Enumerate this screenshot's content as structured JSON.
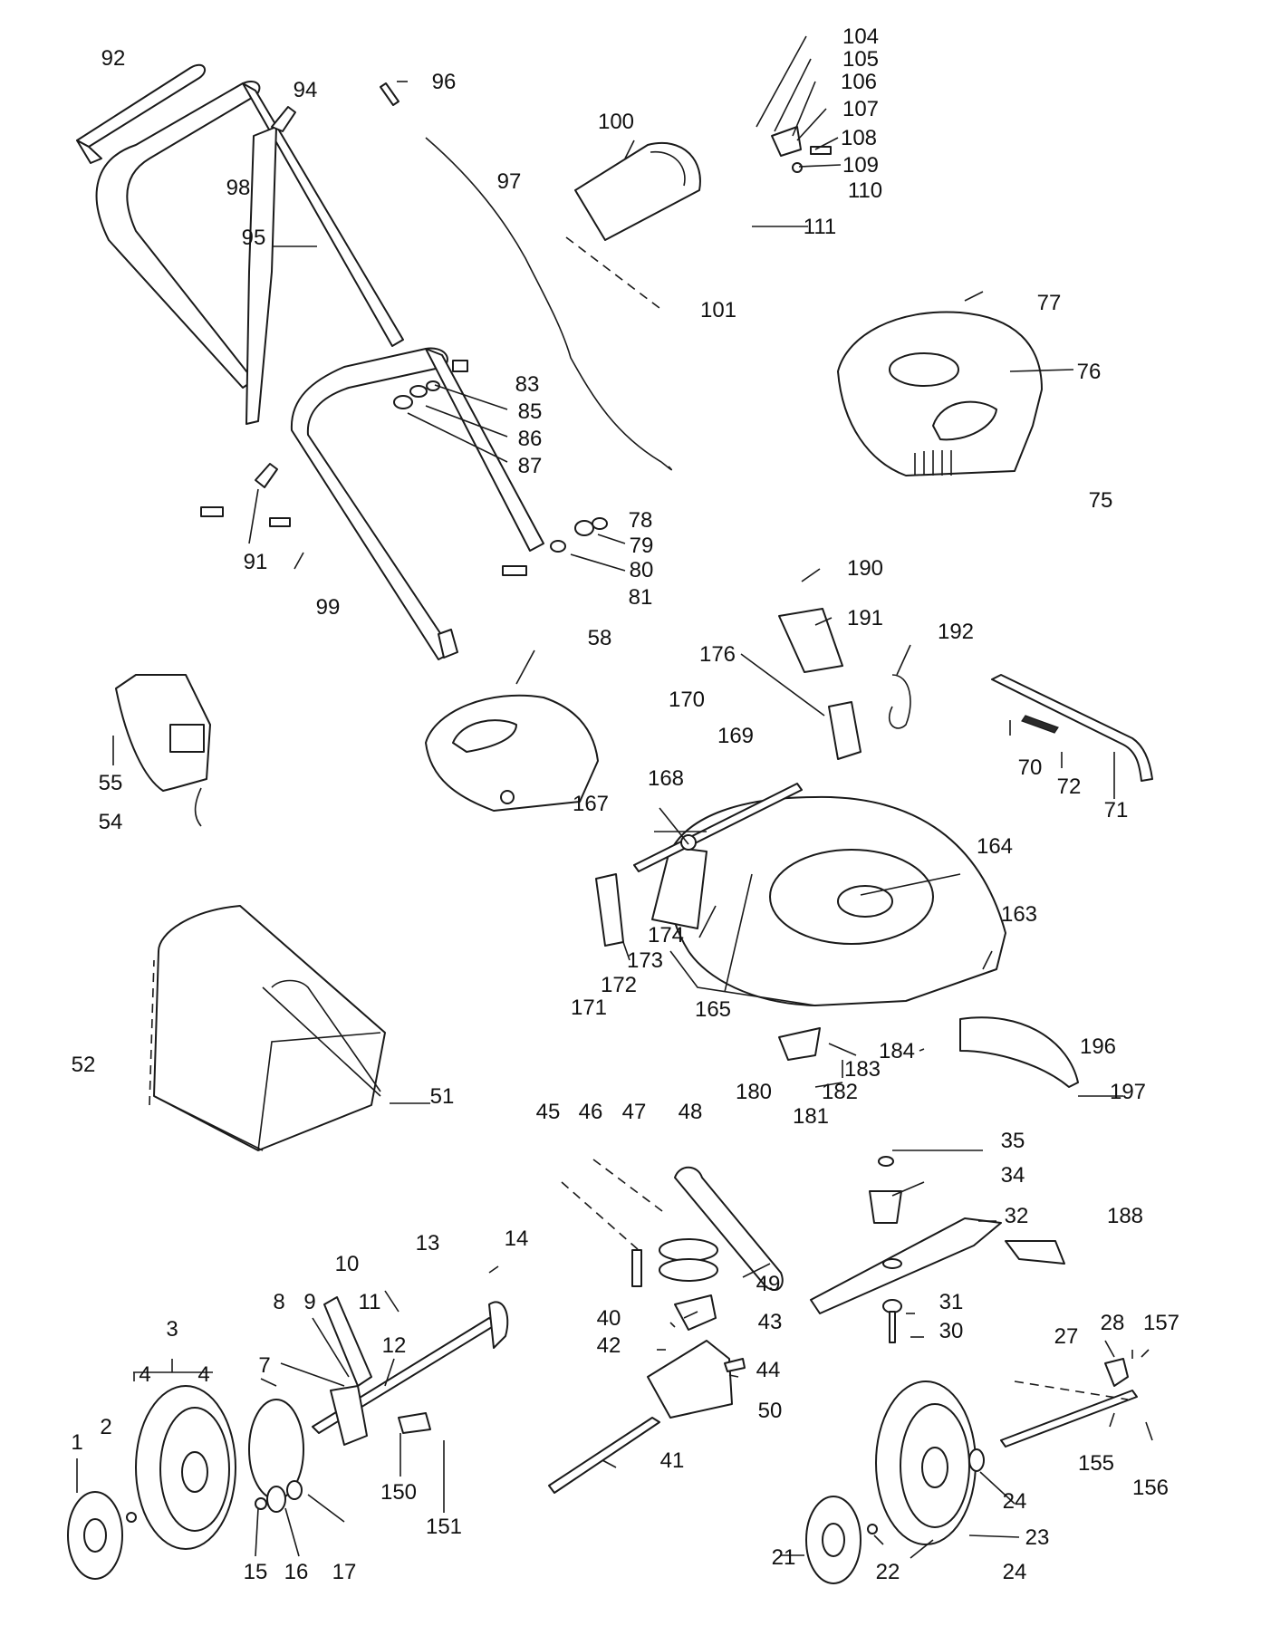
{
  "labels": [
    "104",
    "105",
    "106",
    "107",
    "108",
    "109",
    "110",
    "111",
    "100",
    "101",
    "92",
    "94",
    "96",
    "97",
    "98",
    "95",
    "77",
    "76",
    "75",
    "83",
    "85",
    "86",
    "87",
    "78",
    "79",
    "80",
    "81",
    "91",
    "99",
    "190",
    "191",
    "192",
    "176",
    "170",
    "169",
    "58",
    "55",
    "54",
    "168",
    "167",
    "70",
    "72",
    "71",
    "164",
    "163",
    "174",
    "173",
    "172",
    "171",
    "165",
    "52",
    "51",
    "184",
    "183",
    "182",
    "181",
    "180",
    "196",
    "197",
    "45",
    "46",
    "47",
    "48",
    "35",
    "34",
    "32",
    "188",
    "31",
    "30",
    "49",
    "43",
    "44",
    "50",
    "40",
    "42",
    "41",
    "13",
    "14",
    "10",
    "11",
    "9",
    "8",
    "12",
    "7",
    "3",
    "4",
    "4",
    "2",
    "1",
    "150",
    "151",
    "15",
    "16",
    "17",
    "27",
    "28",
    "157",
    "155",
    "156",
    "24",
    "23",
    "21",
    "22",
    "24"
  ]
}
